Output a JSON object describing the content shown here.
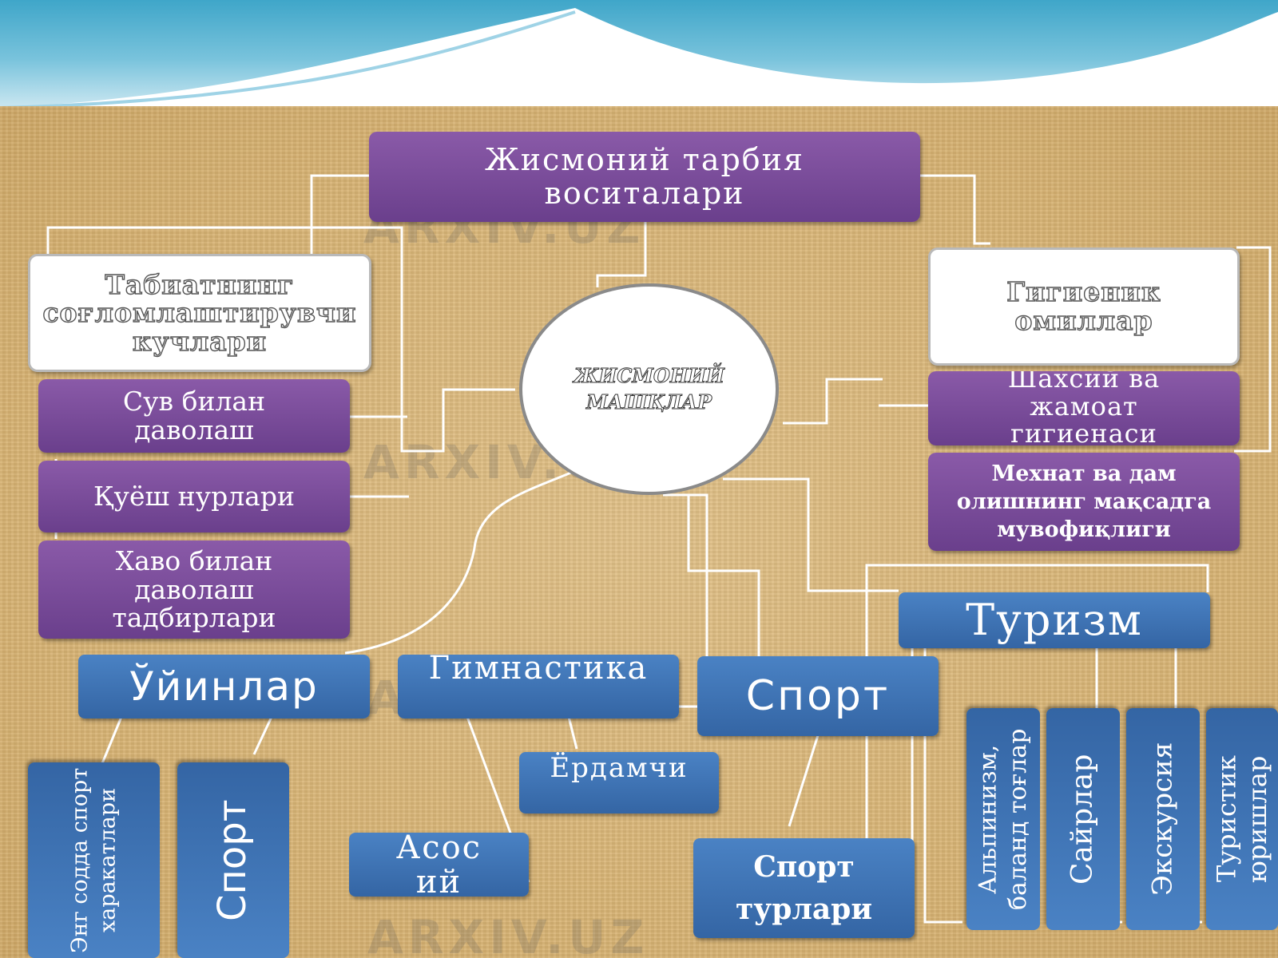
{
  "main_title": "Жисмоний тарбия воситалари",
  "center": "ЖИСМОНИЙ\nМАШҚЛАР",
  "natural": {
    "title": "Табиатнинг соғломлаштирувчи кучлари",
    "items": [
      "Сув билан даволаш",
      "Қуёш нурлари",
      "Хаво билан даволаш тадбирлари"
    ]
  },
  "hygiene": {
    "title": "Гигиеник омиллар",
    "items": [
      "Шахсий ва жамоат гигиенаси",
      "Мехнат ва дам олишнинг мақсадга мувофиқлиги"
    ]
  },
  "games": {
    "title": "Ўйинлар",
    "items": [
      "Энг содда спорт харакатлари",
      "Спорт"
    ]
  },
  "gymnastics": {
    "title": "Гимнастика",
    "items": [
      "Ёрдамчи",
      "Асосий"
    ]
  },
  "sport": {
    "title": "Спорт",
    "items": [
      "Спорт турлари"
    ]
  },
  "tourism": {
    "title": "Туризм",
    "items": [
      "Альпинизм, баланд тоғлар",
      "Сайрлар",
      "Экскурсия",
      "Туристик юришлар"
    ]
  },
  "watermark": "ARXIV.UZ",
  "colors": {
    "purple": "#6a3f8c",
    "blue": "#3465a4",
    "header": "#3fa6c9",
    "paper": "#d9b77a"
  }
}
